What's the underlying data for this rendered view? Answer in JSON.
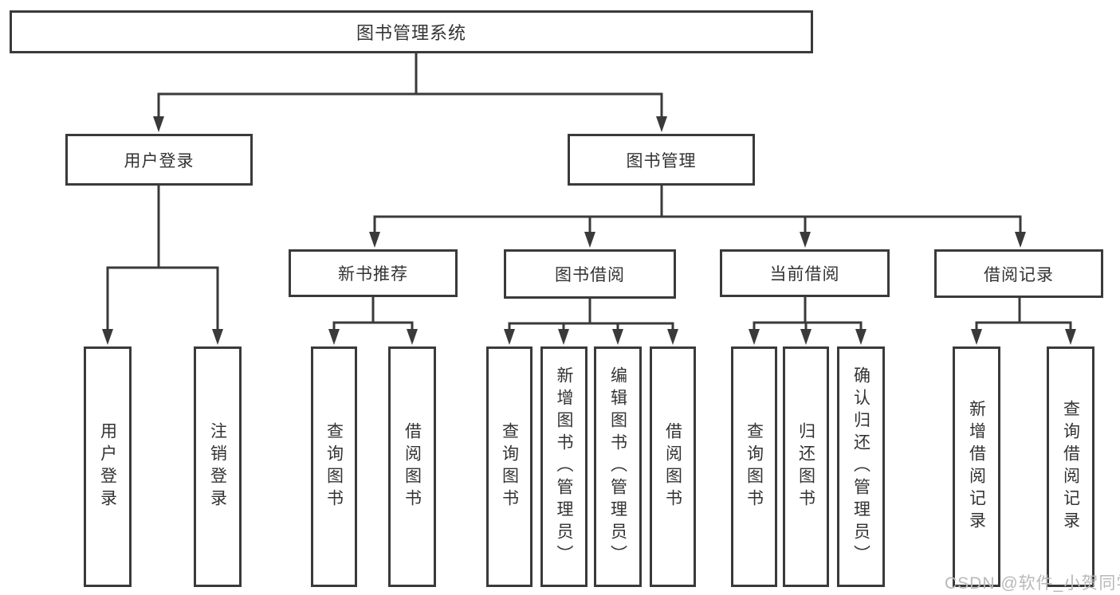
{
  "diagram": {
    "title": "图书管理系统",
    "nodes": {
      "root": {
        "label": "图书管理系统"
      },
      "user_login": {
        "label": "用户登录"
      },
      "book_mgmt": {
        "label": "图书管理"
      },
      "new_book_rec": {
        "label": "新书推荐"
      },
      "book_borrow": {
        "label": "图书借阅"
      },
      "current_borrow": {
        "label": "当前借阅"
      },
      "borrow_records": {
        "label": "借阅记录"
      },
      "leaf_user_login": {
        "label": "用户登录"
      },
      "leaf_logout": {
        "label": "注销登录"
      },
      "leaf_query_books_newrec": {
        "label": "查询图书"
      },
      "leaf_borrow_books_newrec": {
        "label": "借阅图书"
      },
      "leaf_query_books_borrow": {
        "label": "查询图书"
      },
      "leaf_add_books": {
        "label": "新增图书（管理员）"
      },
      "leaf_edit_books": {
        "label": "编辑图书（管理员）"
      },
      "leaf_borrow_books_borrow": {
        "label": "借阅图书"
      },
      "leaf_query_books_current": {
        "label": "查询图书"
      },
      "leaf_return_books": {
        "label": "归还图书"
      },
      "leaf_confirm_return": {
        "label": "确认归还（管理员）"
      },
      "leaf_add_borrow_record": {
        "label": "新增借阅记录"
      },
      "leaf_query_borrow_record": {
        "label": "查询借阅记录"
      }
    },
    "hierarchy": {
      "root": [
        "user_login",
        "book_mgmt"
      ],
      "user_login": [
        "leaf_user_login",
        "leaf_logout"
      ],
      "book_mgmt": [
        "new_book_rec",
        "book_borrow",
        "current_borrow",
        "borrow_records"
      ],
      "new_book_rec": [
        "leaf_query_books_newrec",
        "leaf_borrow_books_newrec"
      ],
      "book_borrow": [
        "leaf_query_books_borrow",
        "leaf_add_books",
        "leaf_edit_books",
        "leaf_borrow_books_borrow"
      ],
      "current_borrow": [
        "leaf_query_books_current",
        "leaf_return_books",
        "leaf_confirm_return"
      ],
      "borrow_records": [
        "leaf_add_borrow_record",
        "leaf_query_borrow_record"
      ]
    }
  },
  "watermark": {
    "text": "CSDN @软件_小贺同学"
  },
  "colors": {
    "line": "#3a3a3a",
    "box_border": "#3a3a3a",
    "box_fill": "#ffffff",
    "text": "#333333",
    "watermark": "#b9b9b9",
    "background": "#ffffff"
  }
}
